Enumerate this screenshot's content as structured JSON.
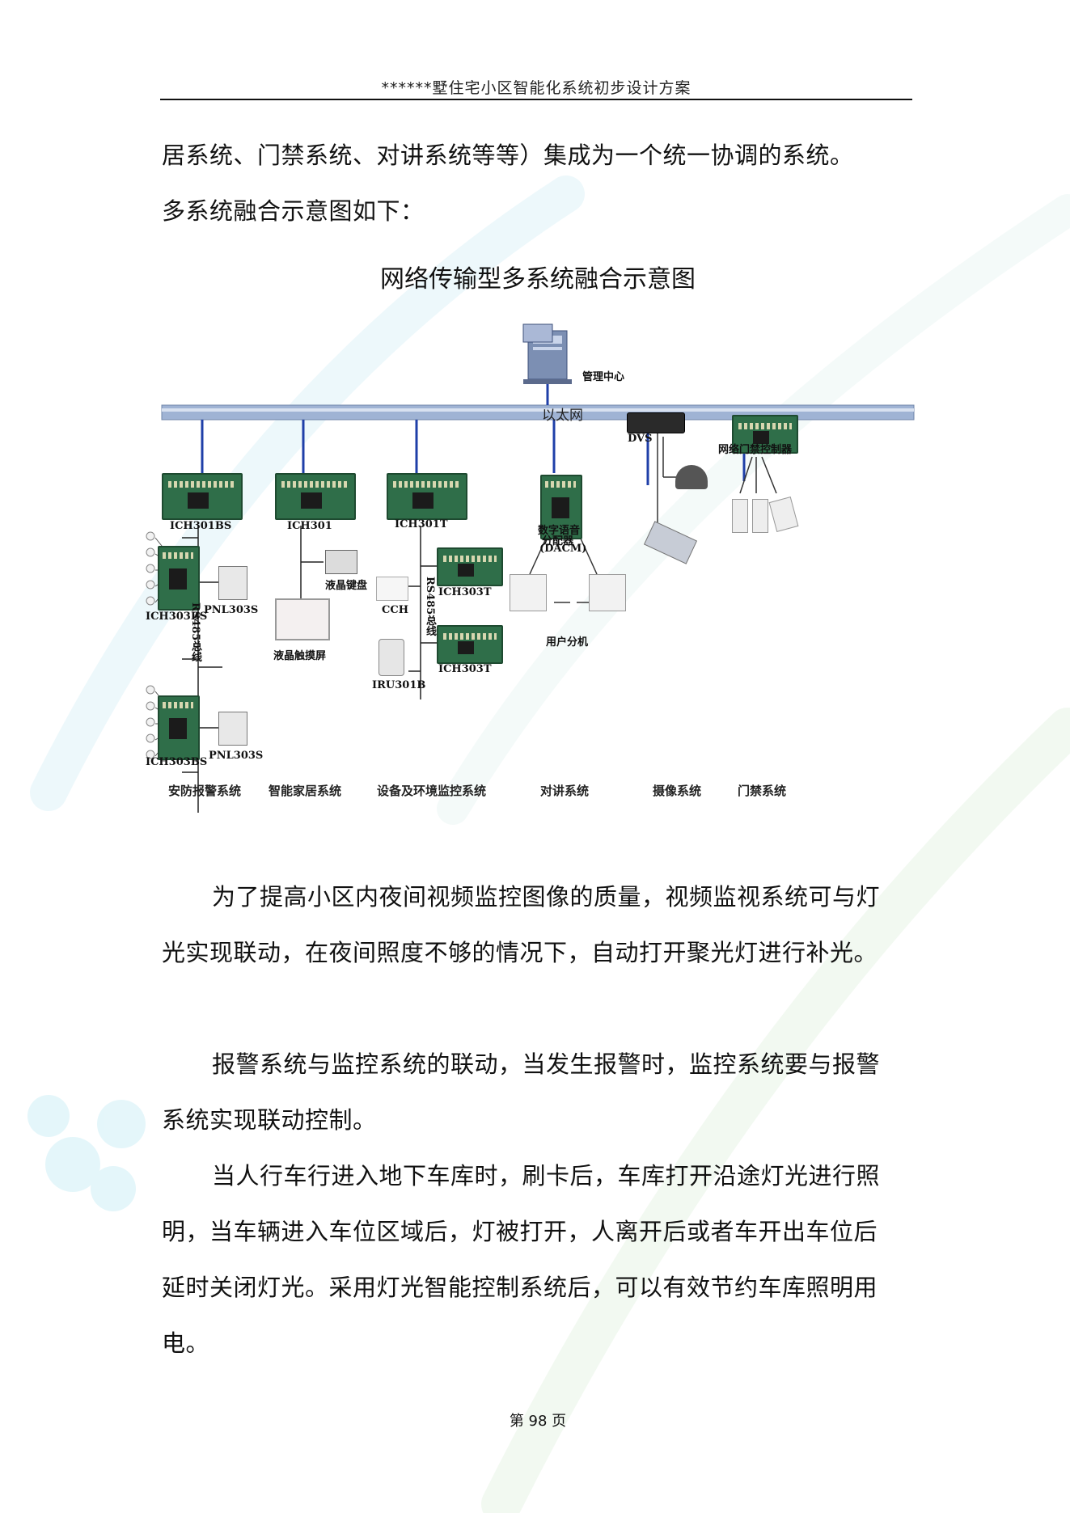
{
  "header": {
    "title": "******墅住宅小区智能化系统初步设计方案"
  },
  "intro": {
    "line1": "居系统、门禁系统、对讲系统等等）集成为一个统一协调的系统。",
    "line2": "多系统融合示意图如下："
  },
  "diagram": {
    "title": "网络传输型多系统融合示意图",
    "management_center": "管理中心",
    "ethernet": "以太网",
    "devices": {
      "ich301bs": "ICH301BS",
      "ich301": "ICH301",
      "ich301t": "ICH301T",
      "dacm_1": "数字语音",
      "dacm_2": "分配器",
      "dacm_3": "(DACM)",
      "dvs": "DVS",
      "access_controller": "网络门禁控制器",
      "ich303bs_top": "ICH303BS",
      "ich303bs_bottom": "ICH303BS",
      "pnl303s_top": "PNL303S",
      "pnl303s_bottom": "PNL303S",
      "rs485_left": "RS485总线",
      "rs485_mid": "RS485总线",
      "lcd_keyboard": "液晶键盘",
      "lcd_touchscreen": "液晶触摸屏",
      "cch": "CCH",
      "ich303t_top": "ICH303T",
      "ich303t_bottom": "ICH303T",
      "iru301b": "IRU301B",
      "user_extension": "用户分机"
    },
    "systems": {
      "security": "安防报警系统",
      "smart_home": "智能家居系统",
      "equipment_monitoring": "设备及环境监控系统",
      "intercom": "对讲系统",
      "camera": "摄像系统",
      "access_control": "门禁系统"
    }
  },
  "paragraphs": {
    "p1": "为了提高小区内夜间视频监控图像的质量，视频监视系统可与灯光实现联动，在夜间照度不够的情况下，自动打开聚光灯进行补光。",
    "p2": "报警系统与监控系统的联动，当发生报警时，监控系统要与报警系统实现联动控制。",
    "p3": "当人行车行进入地下车库时，刷卡后，车库打开沿途灯光进行照明，当车辆进入车位区域后，灯被打开，人离开后或者车开出车位后延时关闭灯光。采用灯光智能控制系统后，可以有效节约车库照明用电。"
  },
  "footer": {
    "page_label": "第 98 页"
  },
  "colors": {
    "ethernet_bar": "#9fb3d4",
    "drop_line": "#1f3fa8",
    "board_green": "#2f6e49"
  }
}
